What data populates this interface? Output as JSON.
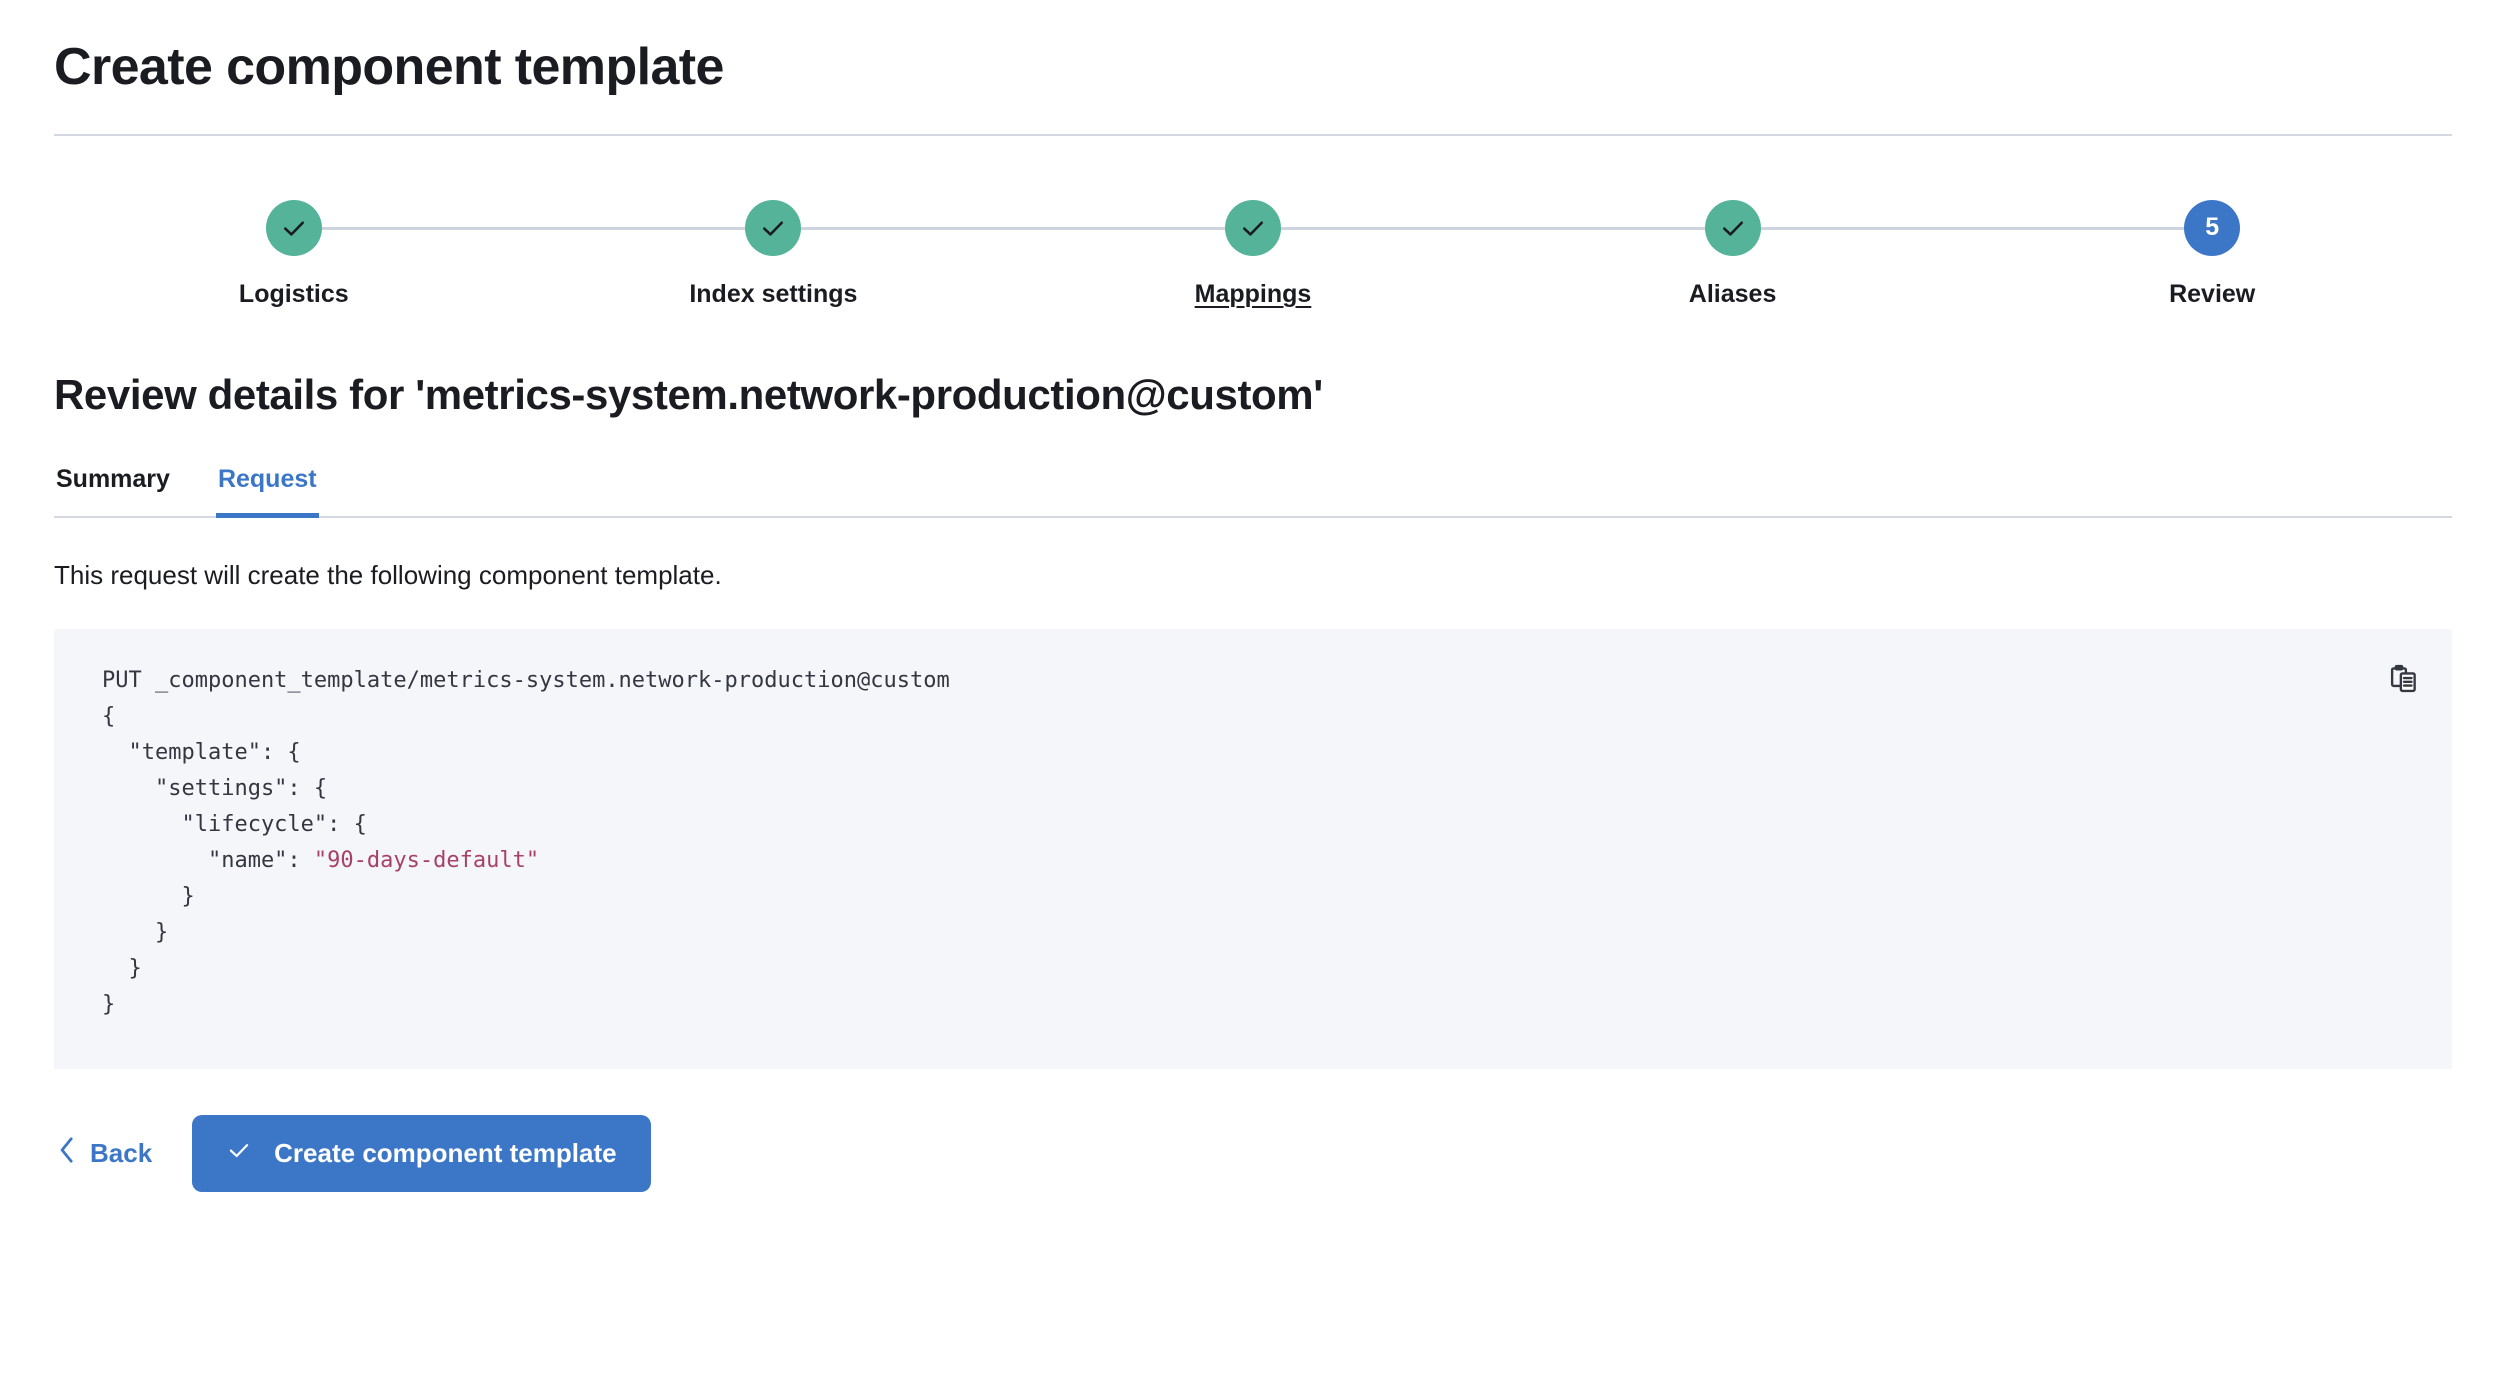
{
  "header": {
    "title": "Create component template"
  },
  "stepper": {
    "steps": [
      {
        "label": "Logistics",
        "state": "complete",
        "number": "1",
        "icon": "check-icon",
        "hovered": false
      },
      {
        "label": "Index settings",
        "state": "complete",
        "number": "2",
        "icon": "check-icon",
        "hovered": false
      },
      {
        "label": "Mappings",
        "state": "complete",
        "number": "3",
        "icon": "check-icon",
        "hovered": true
      },
      {
        "label": "Aliases",
        "state": "complete",
        "number": "4",
        "icon": "check-icon",
        "hovered": false
      },
      {
        "label": "Review",
        "state": "current",
        "number": "5",
        "icon": "",
        "hovered": false
      }
    ],
    "complete_color": "#54b399",
    "current_color": "#3c77c7",
    "connector_color": "#cdd4e0"
  },
  "section": {
    "title": "Review details for 'metrics-system.network-production@custom'"
  },
  "tabs": [
    {
      "label": "Summary",
      "active": false
    },
    {
      "label": "Request",
      "active": true
    }
  ],
  "request": {
    "description": "This request will create the following component template.",
    "copy_icon": "copy-clipboard-icon",
    "code_line_1": "PUT _component_template/metrics-system.network-production@custom",
    "code_line_2": "{",
    "code_line_3": "  \"template\": {",
    "code_line_4": "    \"settings\": {",
    "code_line_5": "      \"lifecycle\": {",
    "code_line_6_key": "        \"name\": ",
    "code_line_6_value": "\"90-days-default\"",
    "code_line_7": "      }",
    "code_line_8": "    }",
    "code_line_9": "  }",
    "code_line_10": "}",
    "string_color": "#a8416a",
    "background_color": "#f4f6fa"
  },
  "footer": {
    "back_label": "Back",
    "back_icon": "chevron-left-icon",
    "submit_label": "Create component template",
    "submit_icon": "check-icon",
    "submit_color": "#3c77c7"
  }
}
